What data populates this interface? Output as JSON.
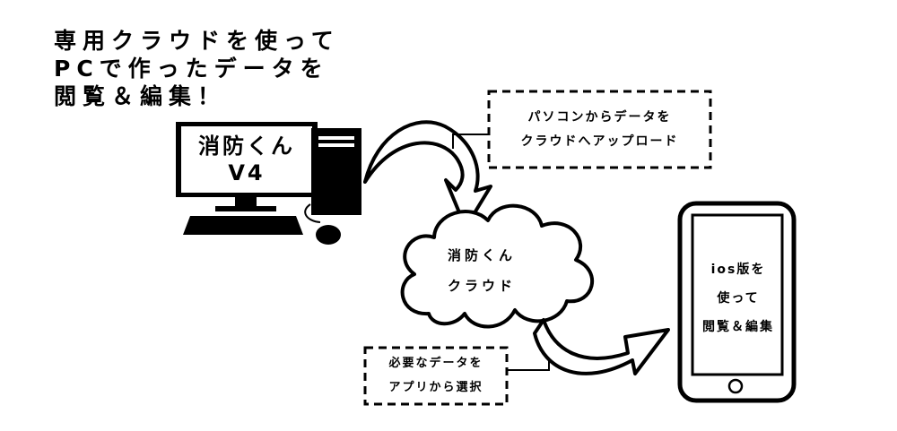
{
  "heading": {
    "line1": "専用クラウドを使って",
    "line2": "PCで作ったデータを",
    "line3": "閲覧＆編集！"
  },
  "pc": {
    "line1": "消防くん",
    "line2": "V4"
  },
  "upload_note": {
    "line1": "パソコンからデータを",
    "line2": "クラウドへアップロード"
  },
  "cloud": {
    "line1": "消防くん",
    "line2": "クラウド"
  },
  "select_note": {
    "line1": "必要なデータを",
    "line2": "アプリから選択"
  },
  "phone": {
    "line1": "ios版を",
    "line2": "使って",
    "line3": "閲覧＆編集"
  }
}
